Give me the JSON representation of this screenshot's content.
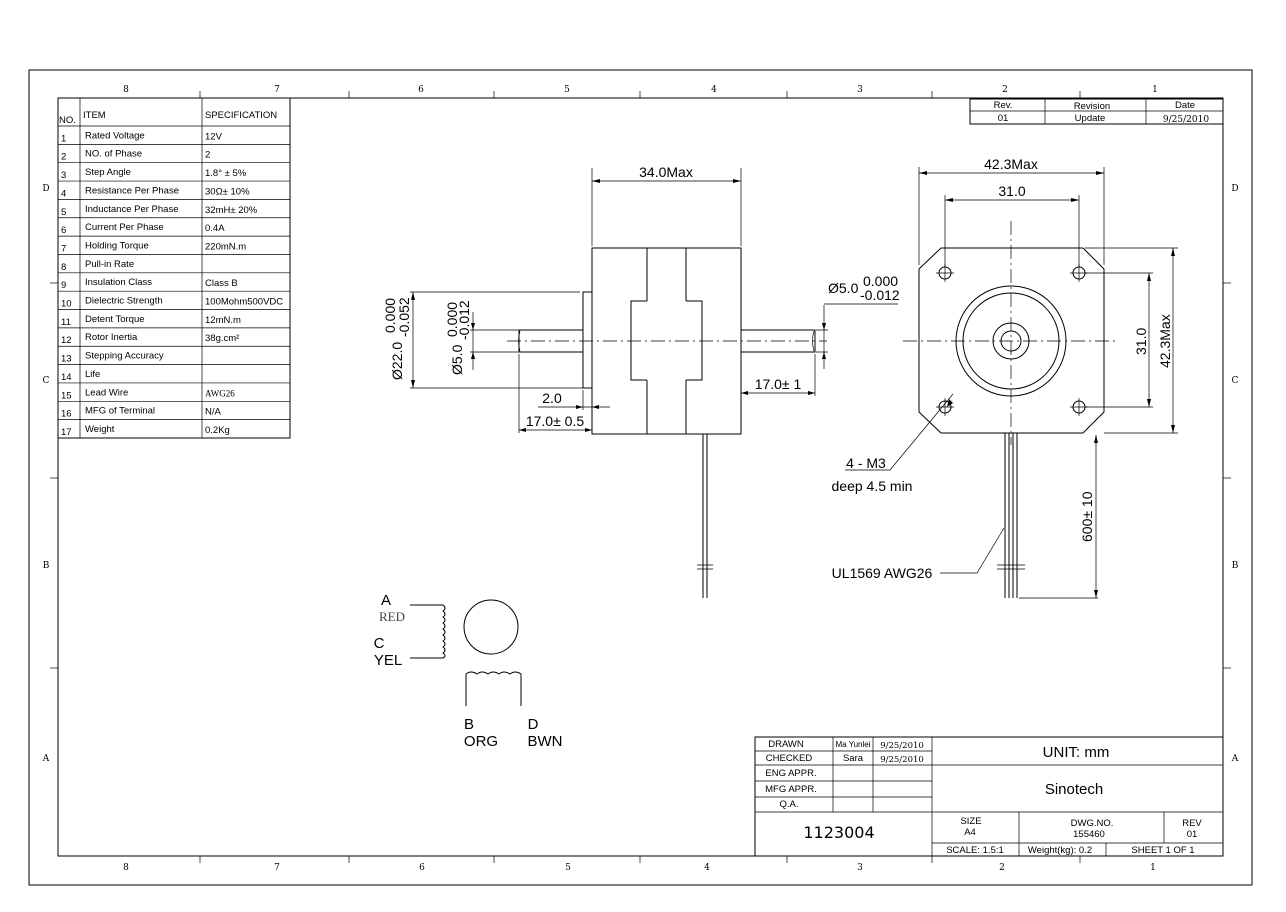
{
  "zones_top": [
    "8",
    "7",
    "6",
    "5",
    "4",
    "3",
    "2",
    "1"
  ],
  "zones_bottom": [
    "8",
    "7",
    "6",
    "5",
    "4",
    "3",
    "2",
    "1"
  ],
  "zones_side": [
    "D",
    "C",
    "B",
    "A"
  ],
  "spec_table": {
    "headers": [
      "NO.",
      "ITEM",
      "SPECIFICATION"
    ],
    "rows": [
      {
        "no": "1",
        "item": "Rated Voltage",
        "spec": "12V"
      },
      {
        "no": "2",
        "item": "NO. of Phase",
        "spec": "2"
      },
      {
        "no": "3",
        "item": "Step Angle",
        "spec": "1.8° ± 5%"
      },
      {
        "no": "4",
        "item": "Resistance Per Phase",
        "spec": "30Ω± 10%"
      },
      {
        "no": "5",
        "item": "Inductance Per Phase",
        "spec": "32mH± 20%"
      },
      {
        "no": "6",
        "item": "Current Per Phase",
        "spec": "0.4A"
      },
      {
        "no": "7",
        "item": "Holding Torque",
        "spec": "220mN.m"
      },
      {
        "no": "8",
        "item": "Pull-in Rate",
        "spec": ""
      },
      {
        "no": "9",
        "item": "Insulation Class",
        "spec": "Class B"
      },
      {
        "no": "10",
        "item": "Dielectric Strength",
        "spec": "100Mohm500VDC"
      },
      {
        "no": "11",
        "item": "Detent Torque",
        "spec": "12mN.m"
      },
      {
        "no": "12",
        "item": "Rotor Inertia",
        "spec": "38g.cm²"
      },
      {
        "no": "13",
        "item": "Stepping Accuracy",
        "spec": ""
      },
      {
        "no": "14",
        "item": "Life",
        "spec": ""
      },
      {
        "no": "15",
        "item": "Lead  Wire",
        "spec": "AWG26"
      },
      {
        "no": "16",
        "item": "MFG of Terminal",
        "spec": "N/A"
      },
      {
        "no": "17",
        "item": "Weight",
        "spec": "0.2Kg"
      }
    ]
  },
  "revision_table": {
    "headers": [
      "Rev.",
      "Revision",
      "Date"
    ],
    "row": [
      "01",
      "Update",
      "9/25/2010"
    ]
  },
  "side_view": {
    "length": "34.0Max",
    "boss_dia": "Ø22.0",
    "boss_tol_upper": "0.000",
    "boss_tol_lower": "-0.052",
    "shaft_dia": "Ø5.0",
    "shaft_tol_upper": "0.000",
    "shaft_tol_lower": "-0.012",
    "boss_height": "2.0",
    "front_shaft_len": "17.0± 0.5",
    "rear_shaft_len": "17.0± 1",
    "rear_shaft_dia": "Ø5.0",
    "rear_tol_upper": "0.000",
    "rear_tol_lower": "-0.012"
  },
  "front_view": {
    "width": "42.3Max",
    "hole_spacing": "31.0",
    "hole_spacing_v": "31.0",
    "height": "42.3Max",
    "holes_label": "4 - M3",
    "holes_depth": "deep 4.5 min",
    "lead_length": "600± 10",
    "wire_label": "UL1569 AWG26"
  },
  "wiring": {
    "a": "A",
    "a_color": "RED",
    "c": "C",
    "c_color": "YEL",
    "b": "B",
    "b_color": "ORG",
    "d": "D",
    "d_color": "BWN"
  },
  "title_block": {
    "drawn_label": "DRAWN",
    "drawn_by": "Ma Yunlei",
    "drawn_date": "9/25/2010",
    "checked_label": "CHECKED",
    "checked_by": "Sara",
    "checked_date": "9/25/2010",
    "eng_label": "ENG APPR.",
    "mfg_label": "MFG APPR.",
    "qa_label": "Q.A.",
    "unit": "UNIT:  mm",
    "company": "Sinotech",
    "part_no": "1123004",
    "size_label": "SIZE",
    "size": "A4",
    "dwg_label": "DWG.NO.",
    "dwg_no": "155460",
    "rev_label": "REV",
    "rev": "01",
    "scale": "SCALE: 1.5:1",
    "weight": "Weight(kg): 0.2",
    "sheet": "SHEET 1 OF 1"
  }
}
